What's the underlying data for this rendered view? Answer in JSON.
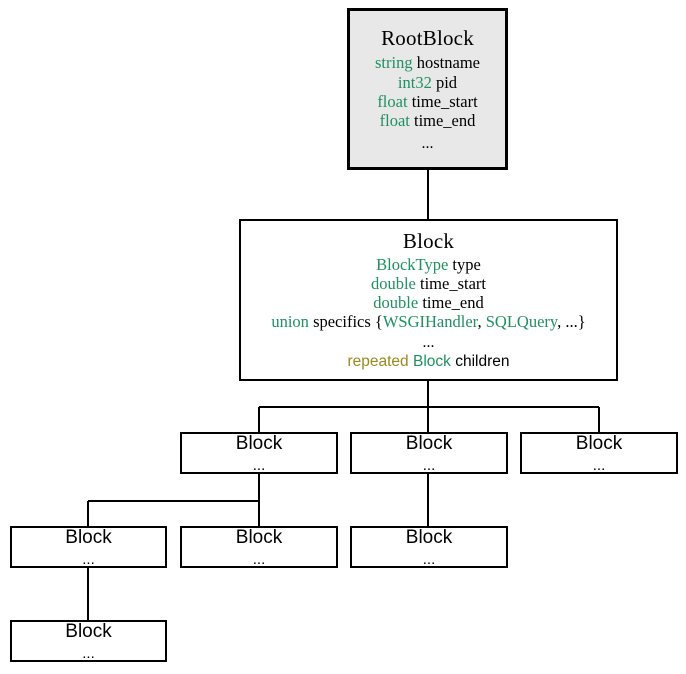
{
  "diagram": {
    "title_semantics": "protobuf-like schema tree for RootBlock and Block",
    "colors": {
      "type_green": "#1f9160",
      "repeated_olive": "#9a8a1e",
      "root_fill": "#e8e8e8",
      "stroke": "#000000"
    },
    "ellipsis": "...",
    "nodes": {
      "root": {
        "name": "RootBlock",
        "fields": [
          {
            "type": "string",
            "field": "hostname"
          },
          {
            "type": "int32",
            "field": "pid"
          },
          {
            "type": "float",
            "field": "time_start"
          },
          {
            "type": "float",
            "field": "time_end"
          }
        ],
        "more": "..."
      },
      "block": {
        "name": "Block",
        "fields": [
          {
            "type": "BlockType",
            "field": "type"
          },
          {
            "type": "double",
            "field": "time_start"
          },
          {
            "type": "double",
            "field": "time_end"
          }
        ],
        "union": {
          "keyword": "union",
          "field": "specifics",
          "open": "{",
          "options": [
            "WSGIHandler",
            "SQLQuery"
          ],
          "sep": ", ",
          "tail": "...}"
        },
        "more": "...",
        "repeated": {
          "keyword": "repeated",
          "type": "Block",
          "field": "children"
        }
      },
      "children": [
        {
          "id": "c1",
          "name": "Block",
          "more": "..."
        },
        {
          "id": "c2",
          "name": "Block",
          "more": "..."
        },
        {
          "id": "c3",
          "name": "Block",
          "more": "..."
        },
        {
          "id": "c4",
          "name": "Block",
          "more": "..."
        },
        {
          "id": "c5",
          "name": "Block",
          "more": "..."
        },
        {
          "id": "c6",
          "name": "Block",
          "more": "..."
        },
        {
          "id": "c7",
          "name": "Block",
          "more": "..."
        }
      ]
    }
  }
}
